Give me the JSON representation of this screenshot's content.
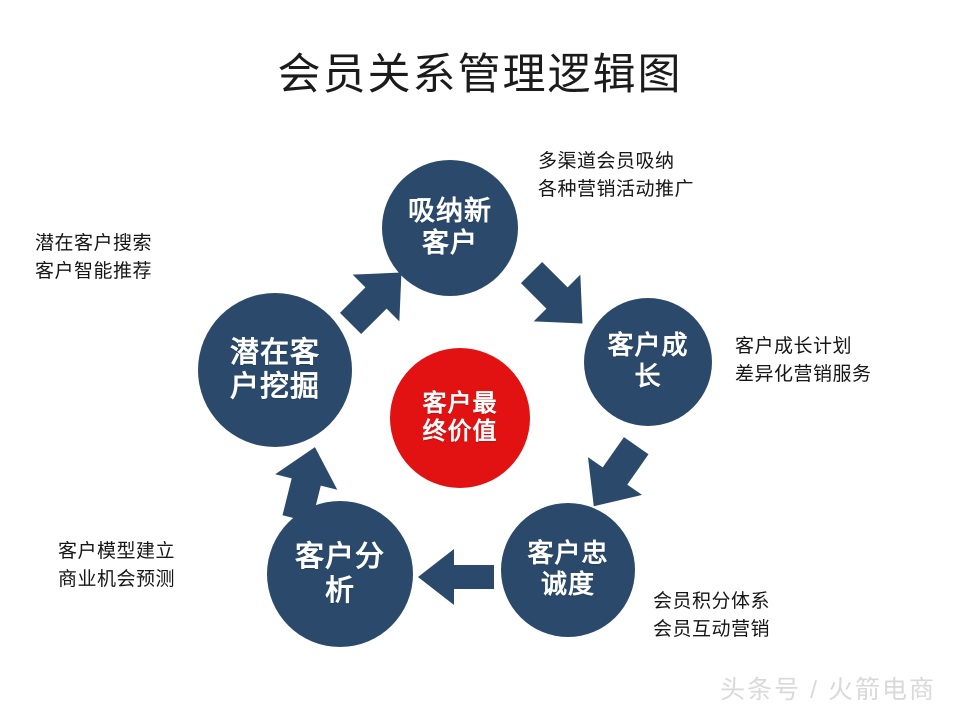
{
  "page": {
    "title": "会员关系管理逻辑图",
    "background_color": "#ffffff",
    "node_color": "#2b4a6b",
    "center_color": "#e21212",
    "arrow_color": "#2b4a6b",
    "text_color": "#161616"
  },
  "center": {
    "label": "客户最终价值",
    "line1": "客户最",
    "line2": "终价值"
  },
  "nodes": [
    {
      "id": "acquire-new-customers",
      "label": "吸纳新客户",
      "line1": "吸纳新",
      "line2": "客户",
      "position": "top"
    },
    {
      "id": "customer-growth",
      "label": "客户成长",
      "line1": "客户成",
      "line2": "长",
      "position": "right"
    },
    {
      "id": "customer-loyalty",
      "label": "客户忠诚度",
      "line1": "客户忠",
      "line2": "诚度",
      "position": "bottom-right"
    },
    {
      "id": "customer-analysis",
      "label": "客户分析",
      "line1": "客户分",
      "line2": "析",
      "position": "bottom-left"
    },
    {
      "id": "prospect-mining",
      "label": "潜在客户挖掘",
      "line1": "潜在客",
      "line2": "户挖掘",
      "position": "left"
    }
  ],
  "notes": [
    {
      "id": "note-prospect-mining",
      "for": "prospect-mining",
      "line1": "潜在客户搜索",
      "line2": "客户智能推荐"
    },
    {
      "id": "note-acquire-new-customers",
      "for": "acquire-new-customers",
      "line1": "多渠道会员吸纳",
      "line2": "各种营销活动推广"
    },
    {
      "id": "note-customer-growth",
      "for": "customer-growth",
      "line1": "客户成长计划",
      "line2": "差异化营销服务"
    },
    {
      "id": "note-customer-loyalty",
      "for": "customer-loyalty",
      "line1": "会员积分体系",
      "line2": "会员互动营销"
    },
    {
      "id": "note-customer-analysis",
      "for": "customer-analysis",
      "line1": "客户模型建立",
      "line2": "商业机会预测"
    }
  ],
  "arrows": [
    {
      "id": "arrow-prospect-to-acquire",
      "from": "潜在客户挖掘",
      "to": "吸纳新客户",
      "direction": "up-right"
    },
    {
      "id": "arrow-acquire-to-growth",
      "from": "吸纳新客户",
      "to": "客户成长",
      "direction": "down-right"
    },
    {
      "id": "arrow-growth-to-loyalty",
      "from": "客户成长",
      "to": "客户忠诚度",
      "direction": "down-left"
    },
    {
      "id": "arrow-loyalty-to-analysis",
      "from": "客户忠诚度",
      "to": "客户分析",
      "direction": "left"
    },
    {
      "id": "arrow-analysis-to-prospect",
      "from": "客户分析",
      "to": "潜在客户挖掘",
      "direction": "up"
    }
  ],
  "watermark": {
    "text": "头条号 / 火箭电商"
  }
}
